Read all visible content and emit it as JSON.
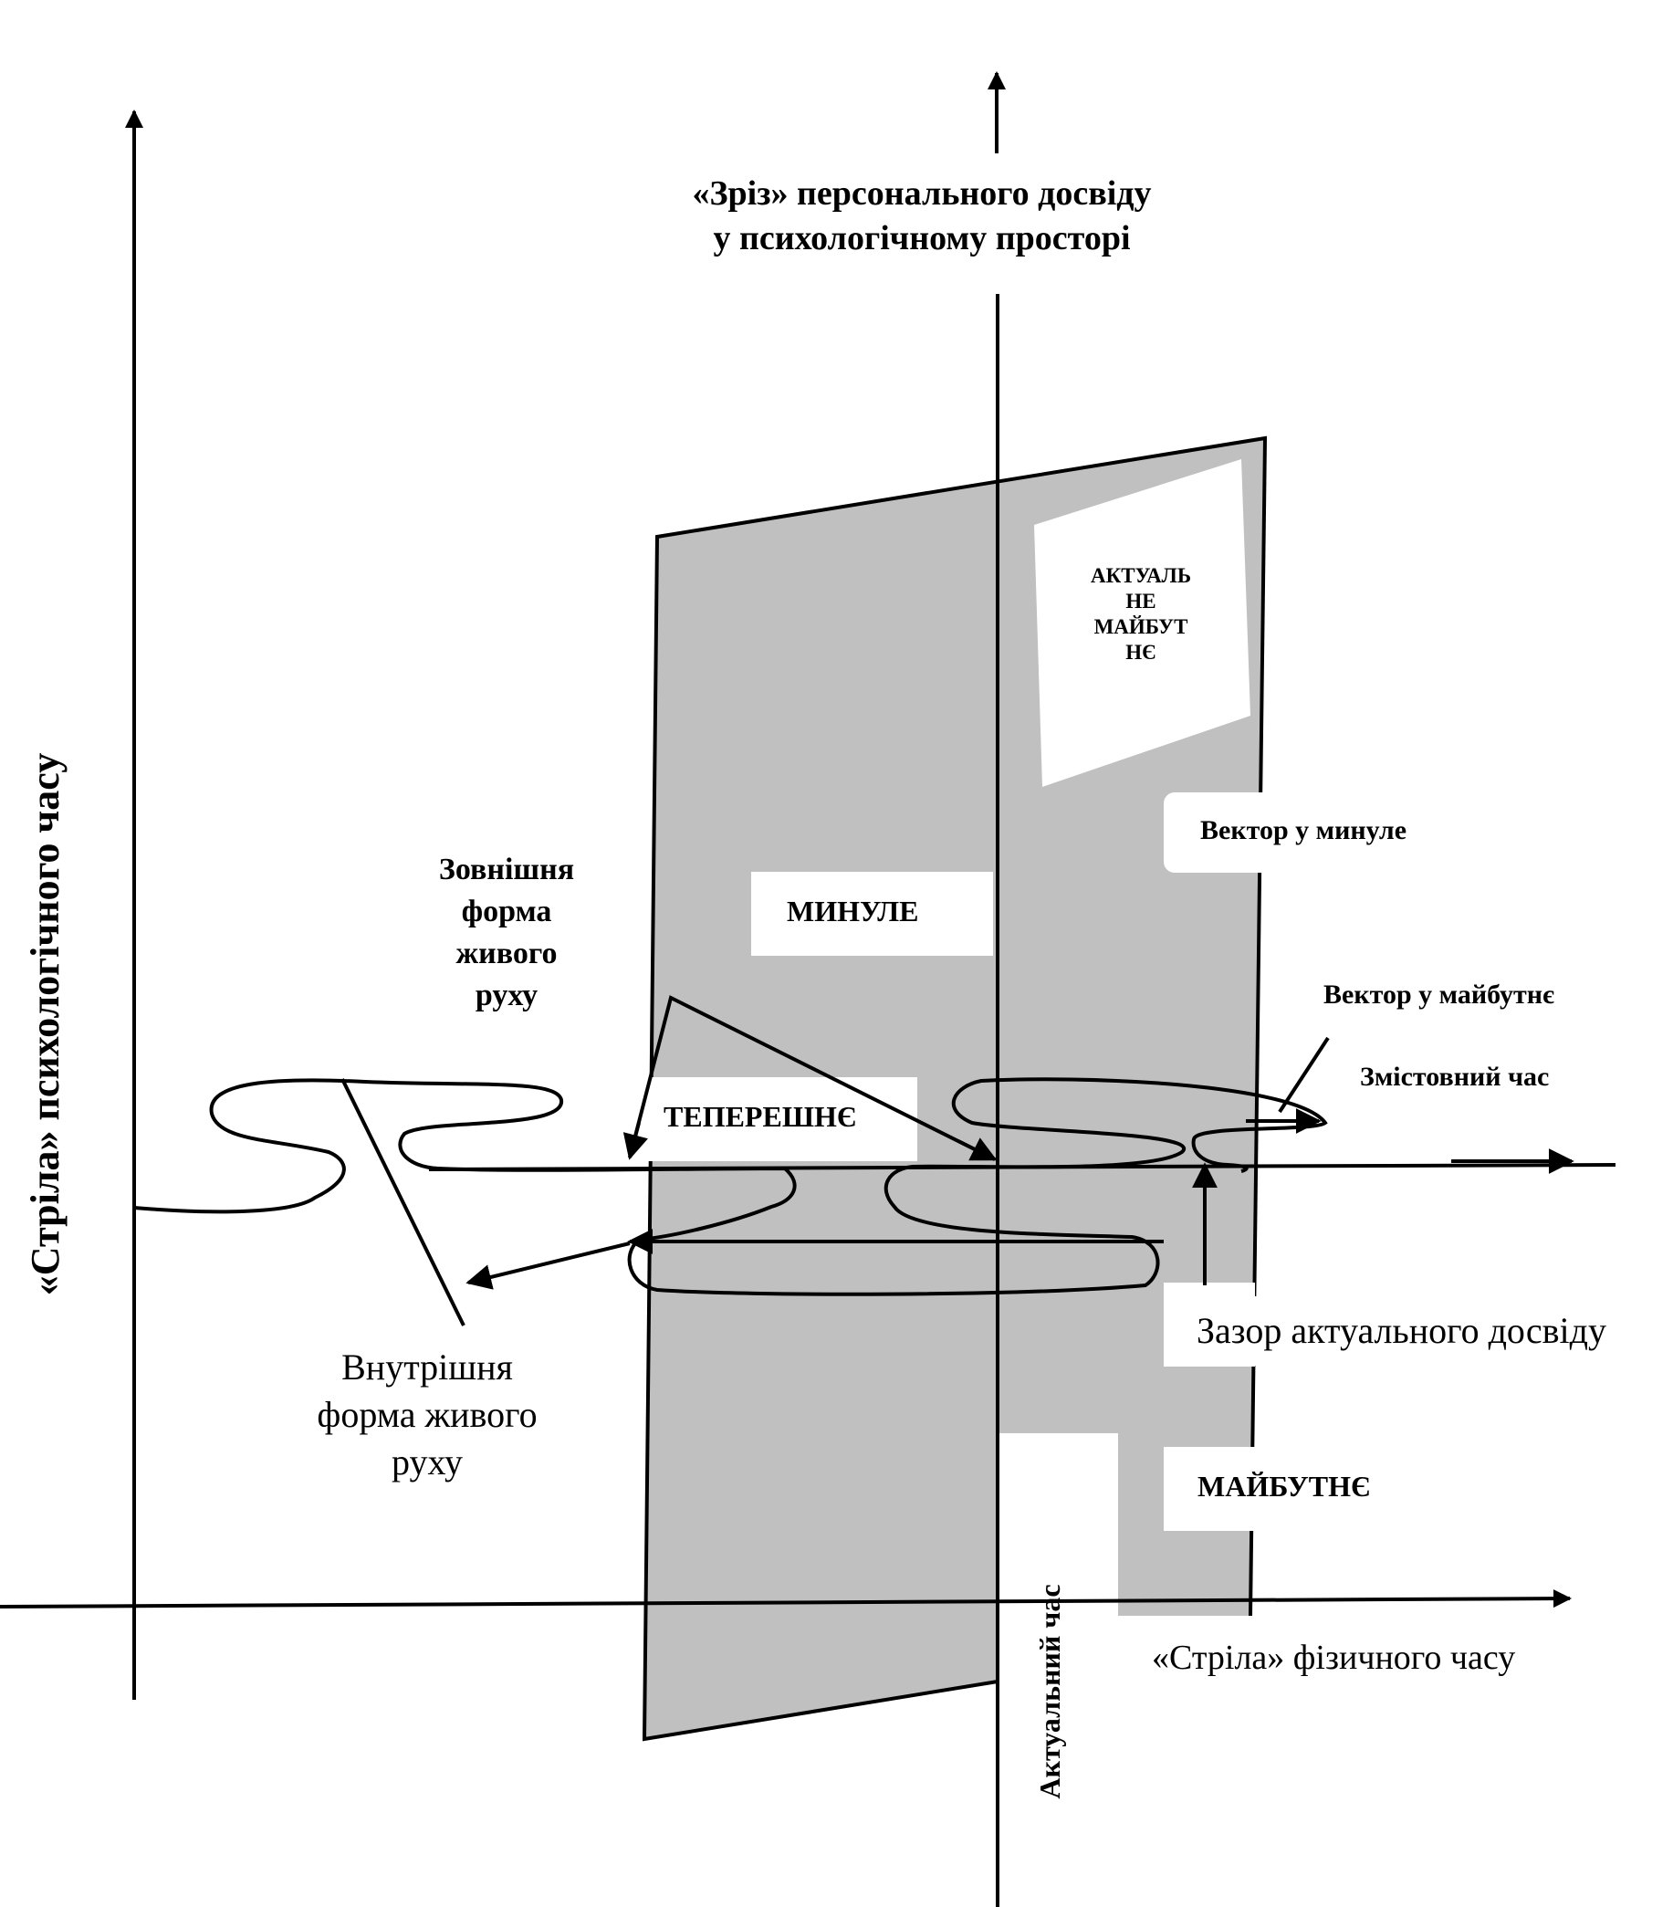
{
  "title": {
    "line1": "«Зріз» персонального досвіду",
    "line2": "у  психологічному просторі"
  },
  "axes": {
    "vertical_label": "«Стріла» психологічного часу",
    "horizontal_label": "«Стріла» фізичного часу",
    "actual_time_label": "Актуальний час"
  },
  "regions": {
    "actual_future": [
      "АКТУАЛЬ",
      "НЕ",
      "МАЙБУТ",
      "НЄ"
    ],
    "past": "МИНУЛЕ",
    "present": "ТЕПЕРЕШНЄ",
    "future": "МАЙБУТНЄ"
  },
  "labels": {
    "outer_form": [
      "Зовнішня",
      "форма",
      "живого",
      "руху"
    ],
    "inner_form": [
      "Внутрішня",
      "форма живого",
      "руху"
    ],
    "vector_past": "Вектор у минуле",
    "vector_future": "Вектор у майбутнє",
    "content_time": "Змістовний час",
    "gap": "Зазор актуального  досвіду"
  },
  "colors": {
    "plane_fill": "#c0c0c0",
    "stroke": "#000000",
    "background": "#ffffff"
  }
}
